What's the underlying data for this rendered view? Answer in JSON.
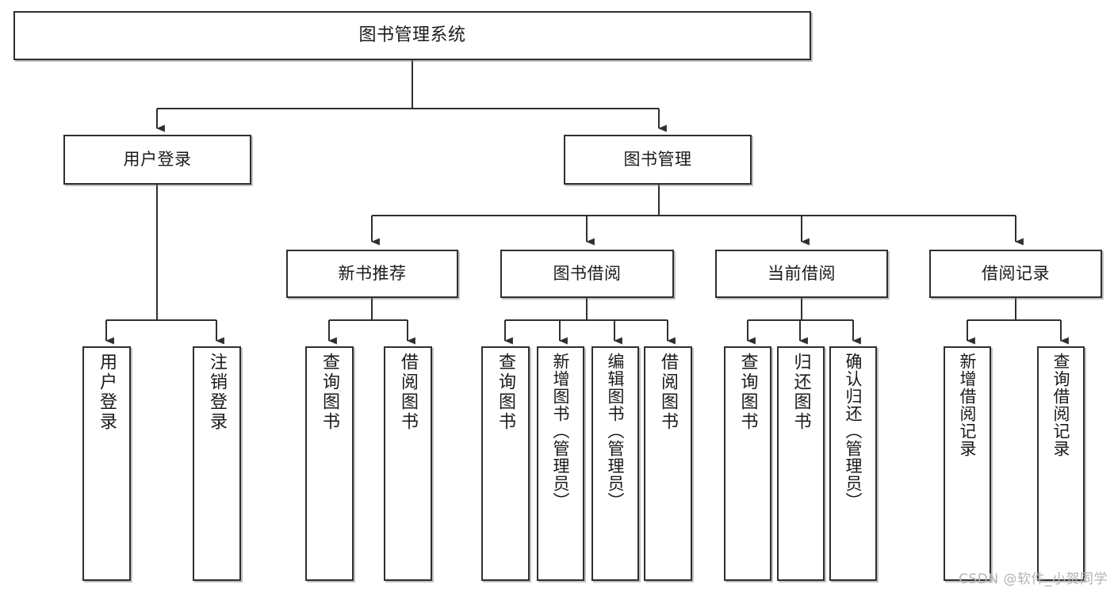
{
  "diagram": {
    "title": "图书管理系统",
    "type": "hierarchy-tree",
    "watermark": "CSDN @软件_小贺同学",
    "colors": {
      "stroke": "#2f2f2f",
      "fill": "#ffffff",
      "text": "#1a1a1a",
      "watermark": "#b4b4b4"
    },
    "nodes": {
      "root": {
        "label": "图书管理系统",
        "level": 1
      },
      "level2": [
        {
          "id": "user-login",
          "label": "用户登录"
        },
        {
          "id": "book-manage",
          "label": "图书管理"
        }
      ],
      "level3": [
        {
          "id": "new-book-recommend",
          "label": "新书推荐"
        },
        {
          "id": "book-borrow",
          "label": "图书借阅"
        },
        {
          "id": "current-borrow",
          "label": "当前借阅"
        },
        {
          "id": "borrow-record",
          "label": "借阅记录"
        }
      ],
      "leaves": {
        "user-login": [
          {
            "id": "leaf-user-login",
            "label": "用户登录"
          },
          {
            "id": "leaf-logout",
            "label": "注销登录"
          }
        ],
        "new-book-recommend": [
          {
            "id": "leaf-query-book-1",
            "label": "查询图书"
          },
          {
            "id": "leaf-borrow-book-1",
            "label": "借阅图书"
          }
        ],
        "book-borrow": [
          {
            "id": "leaf-query-book-2",
            "label": "查询图书"
          },
          {
            "id": "leaf-add-book",
            "label": "新增图书（管理员）"
          },
          {
            "id": "leaf-edit-book",
            "label": "编辑图书（管理员）"
          },
          {
            "id": "leaf-borrow-book-2",
            "label": "借阅图书"
          }
        ],
        "current-borrow": [
          {
            "id": "leaf-query-book-3",
            "label": "查询图书"
          },
          {
            "id": "leaf-return-book",
            "label": "归还图书"
          },
          {
            "id": "leaf-confirm-return",
            "label": "确认归还（管理员）"
          }
        ],
        "borrow-record": [
          {
            "id": "leaf-add-record",
            "label": "新增借阅记录"
          },
          {
            "id": "leaf-query-record",
            "label": "查询借阅记录"
          }
        ]
      }
    }
  }
}
